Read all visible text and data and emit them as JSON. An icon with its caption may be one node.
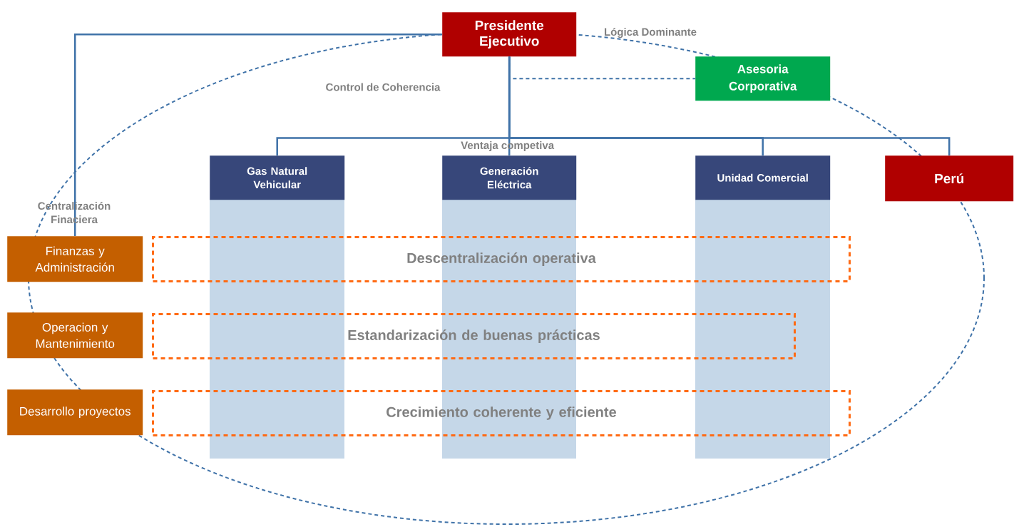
{
  "diagram": {
    "nodes": [
      {
        "text": [
          "Presidente Ejecutivo"
        ]
      },
      {
        "text": [
          "Asesoria Corporativa"
        ]
      },
      {
        "text": [
          "Gas Natural Vehicular"
        ]
      },
      {
        "text": [
          "Generación Eléctrica"
        ]
      },
      {
        "text": [
          "Unidad Comercial"
        ]
      },
      {
        "text": [
          "Perú"
        ]
      },
      {
        "text": [
          "Finanzas y Administración"
        ]
      },
      {
        "text": [
          "Operacion y Mantenimiento"
        ]
      },
      {
        "text": [
          "Desarrollo proyectos"
        ]
      },
      {
        "text": [
          "Descentralización operativa"
        ]
      },
      {
        "text": [
          "Estandarización de buenas prácticas"
        ]
      },
      {
        "text": [
          "Crecimiento coherente y eficiente"
        ]
      }
    ],
    "edges": [
      {
        "from": 0,
        "to": 2,
        "arrow": "none"
      },
      {
        "from": 0,
        "to": 3,
        "arrow": "none"
      },
      {
        "from": 0,
        "to": 4,
        "arrow": "none"
      },
      {
        "from": 0,
        "to": 5,
        "arrow": "none"
      },
      {
        "from": 0,
        "to": 6,
        "arrow": "none"
      },
      {
        "from": 0,
        "to": 1,
        "arrow": "none",
        "style": "dashed"
      }
    ],
    "labels": [
      "Lógica Dominante",
      "Control de Coherencia",
      "Ventaja competiva",
      "Centralización Finaciera"
    ]
  }
}
